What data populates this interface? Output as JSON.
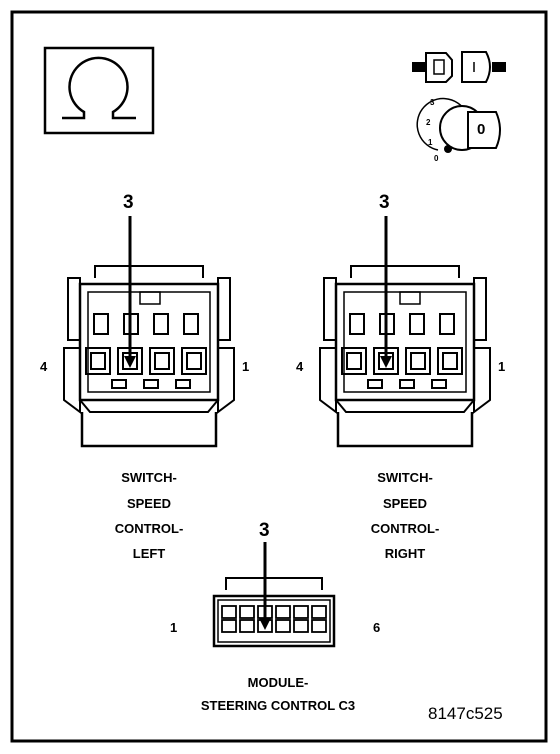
{
  "connectors": {
    "left": {
      "pin_callout": "3",
      "pin_left": "4",
      "pin_right": "1",
      "label": [
        "SWITCH-",
        "SPEED",
        "CONTROL-",
        "LEFT"
      ]
    },
    "right": {
      "pin_callout": "3",
      "pin_left": "4",
      "pin_right": "1",
      "label": [
        "SWITCH-",
        "SPEED",
        "CONTROL-",
        "RIGHT"
      ]
    },
    "module": {
      "pin_callout": "3",
      "pin_left": "1",
      "pin_right": "6",
      "label": [
        "MODULE-",
        "STEERING CONTROL C3"
      ]
    }
  },
  "ignition_positions": [
    "3",
    "2",
    "1",
    "0"
  ],
  "key_text": "0",
  "figure_code": "8147c525"
}
